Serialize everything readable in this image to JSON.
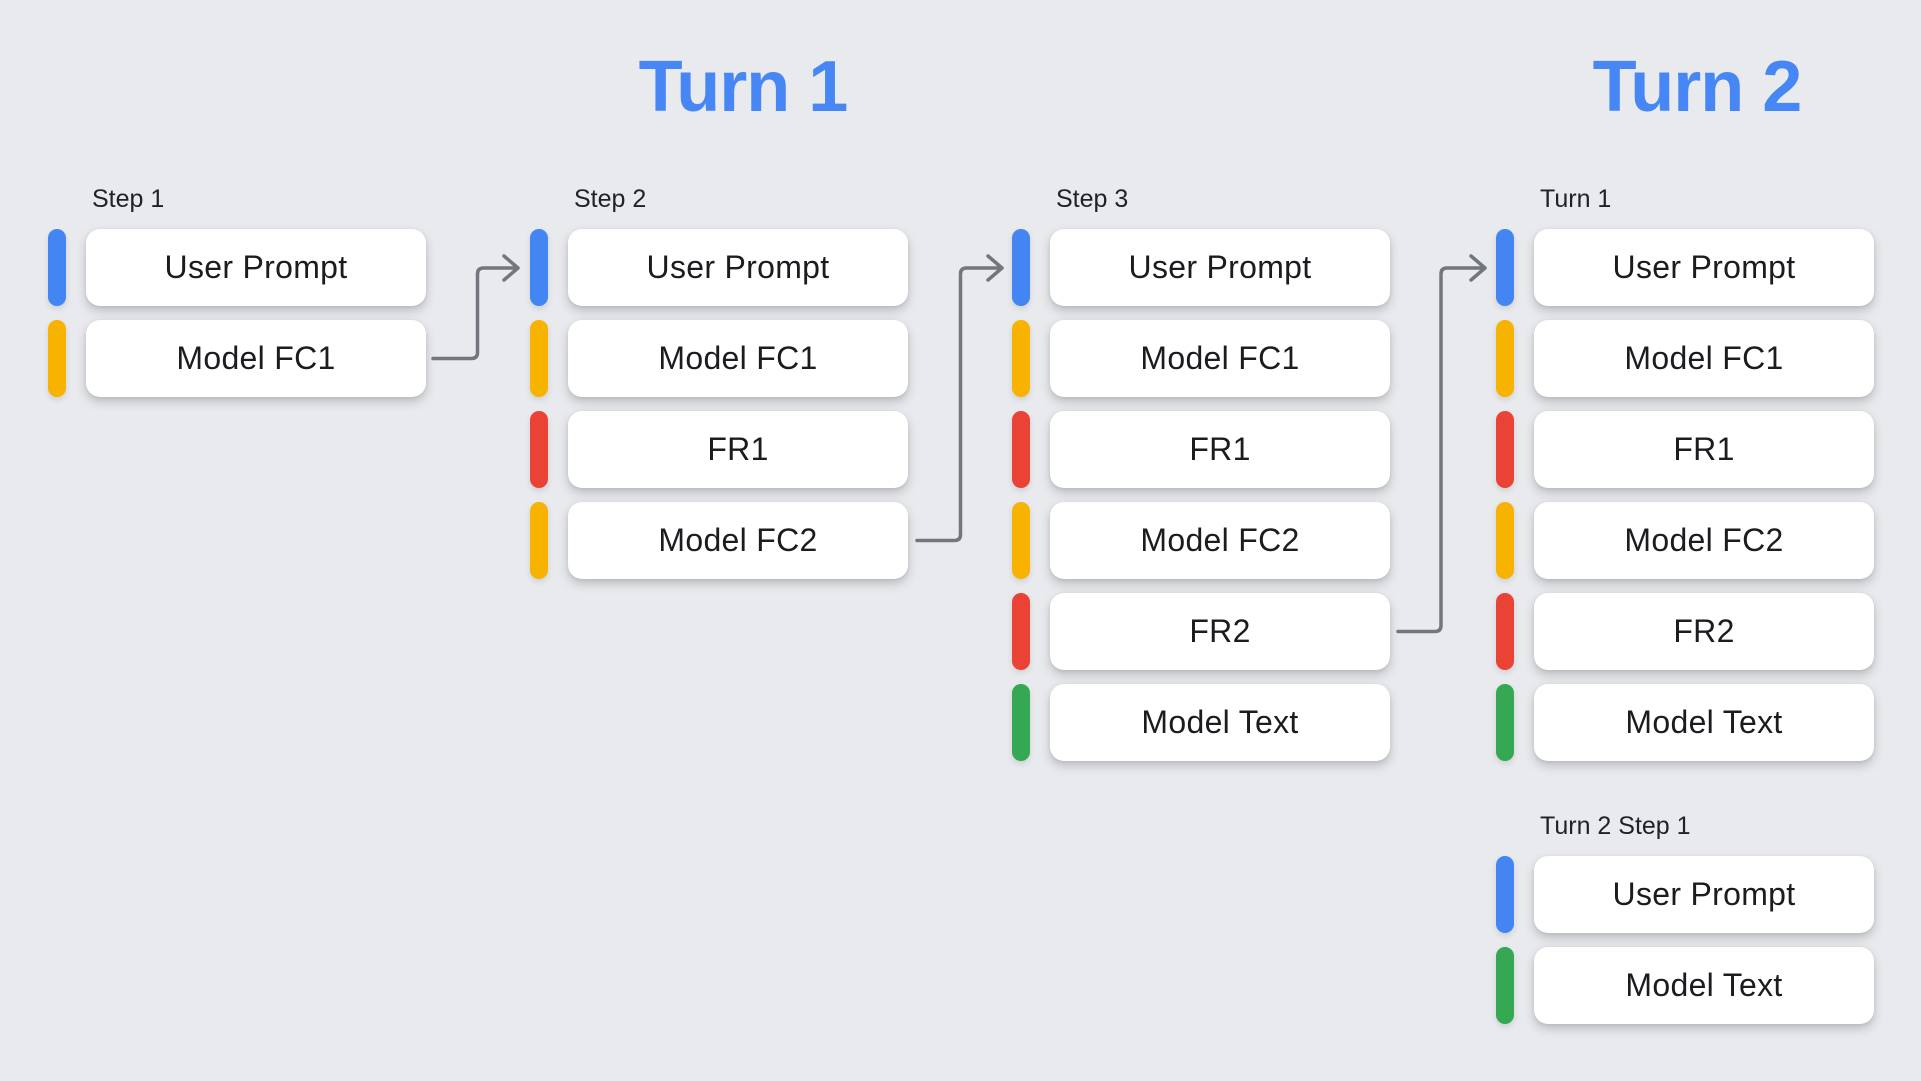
{
  "diagram": {
    "background_color": "#e8eaee",
    "header_color": "#4687f5",
    "arrow_color": "#72777e",
    "role_colors": {
      "user_prompt": "#4485f4",
      "model_function_call": "#f8b200",
      "function_response": "#ea4335",
      "model_text": "#34a853"
    },
    "turn_headers": {
      "turn1": "Turn 1",
      "turn2": "Turn 2"
    }
  },
  "columns": {
    "c0": {
      "label": "Step 1",
      "items": [
        {
          "text": "User Prompt",
          "role": "user_prompt"
        },
        {
          "text": "Model FC1",
          "role": "model_function_call"
        }
      ]
    },
    "c1": {
      "label": "Step 2",
      "items": [
        {
          "text": "User Prompt",
          "role": "user_prompt"
        },
        {
          "text": "Model FC1",
          "role": "model_function_call"
        },
        {
          "text": "FR1",
          "role": "function_response"
        },
        {
          "text": "Model FC2",
          "role": "model_function_call"
        }
      ]
    },
    "c2": {
      "label": "Step 3",
      "items": [
        {
          "text": "User Prompt",
          "role": "user_prompt"
        },
        {
          "text": "Model FC1",
          "role": "model_function_call"
        },
        {
          "text": "FR1",
          "role": "function_response"
        },
        {
          "text": "Model FC2",
          "role": "model_function_call"
        },
        {
          "text": "FR2",
          "role": "function_response"
        },
        {
          "text": "Model Text",
          "role": "model_text"
        }
      ]
    },
    "c3": {
      "label": "Turn 1",
      "items": [
        {
          "text": "User Prompt",
          "role": "user_prompt"
        },
        {
          "text": "Model FC1",
          "role": "model_function_call"
        },
        {
          "text": "FR1",
          "role": "function_response"
        },
        {
          "text": "Model FC2",
          "role": "model_function_call"
        },
        {
          "text": "FR2",
          "role": "function_response"
        },
        {
          "text": "Model Text",
          "role": "model_text"
        }
      ]
    },
    "c4": {
      "label": "Turn 2 Step 1",
      "items": [
        {
          "text": "User Prompt",
          "role": "user_prompt"
        },
        {
          "text": "Model Text",
          "role": "model_text"
        }
      ]
    }
  },
  "arrows": [
    {
      "from": "Step 1 / Model FC1",
      "to": "Step 2 / User Prompt"
    },
    {
      "from": "Step 2 / Model FC2",
      "to": "Step 3 / User Prompt"
    },
    {
      "from": "Step 3 / FR2",
      "to": "Turn 1 / User Prompt"
    }
  ]
}
